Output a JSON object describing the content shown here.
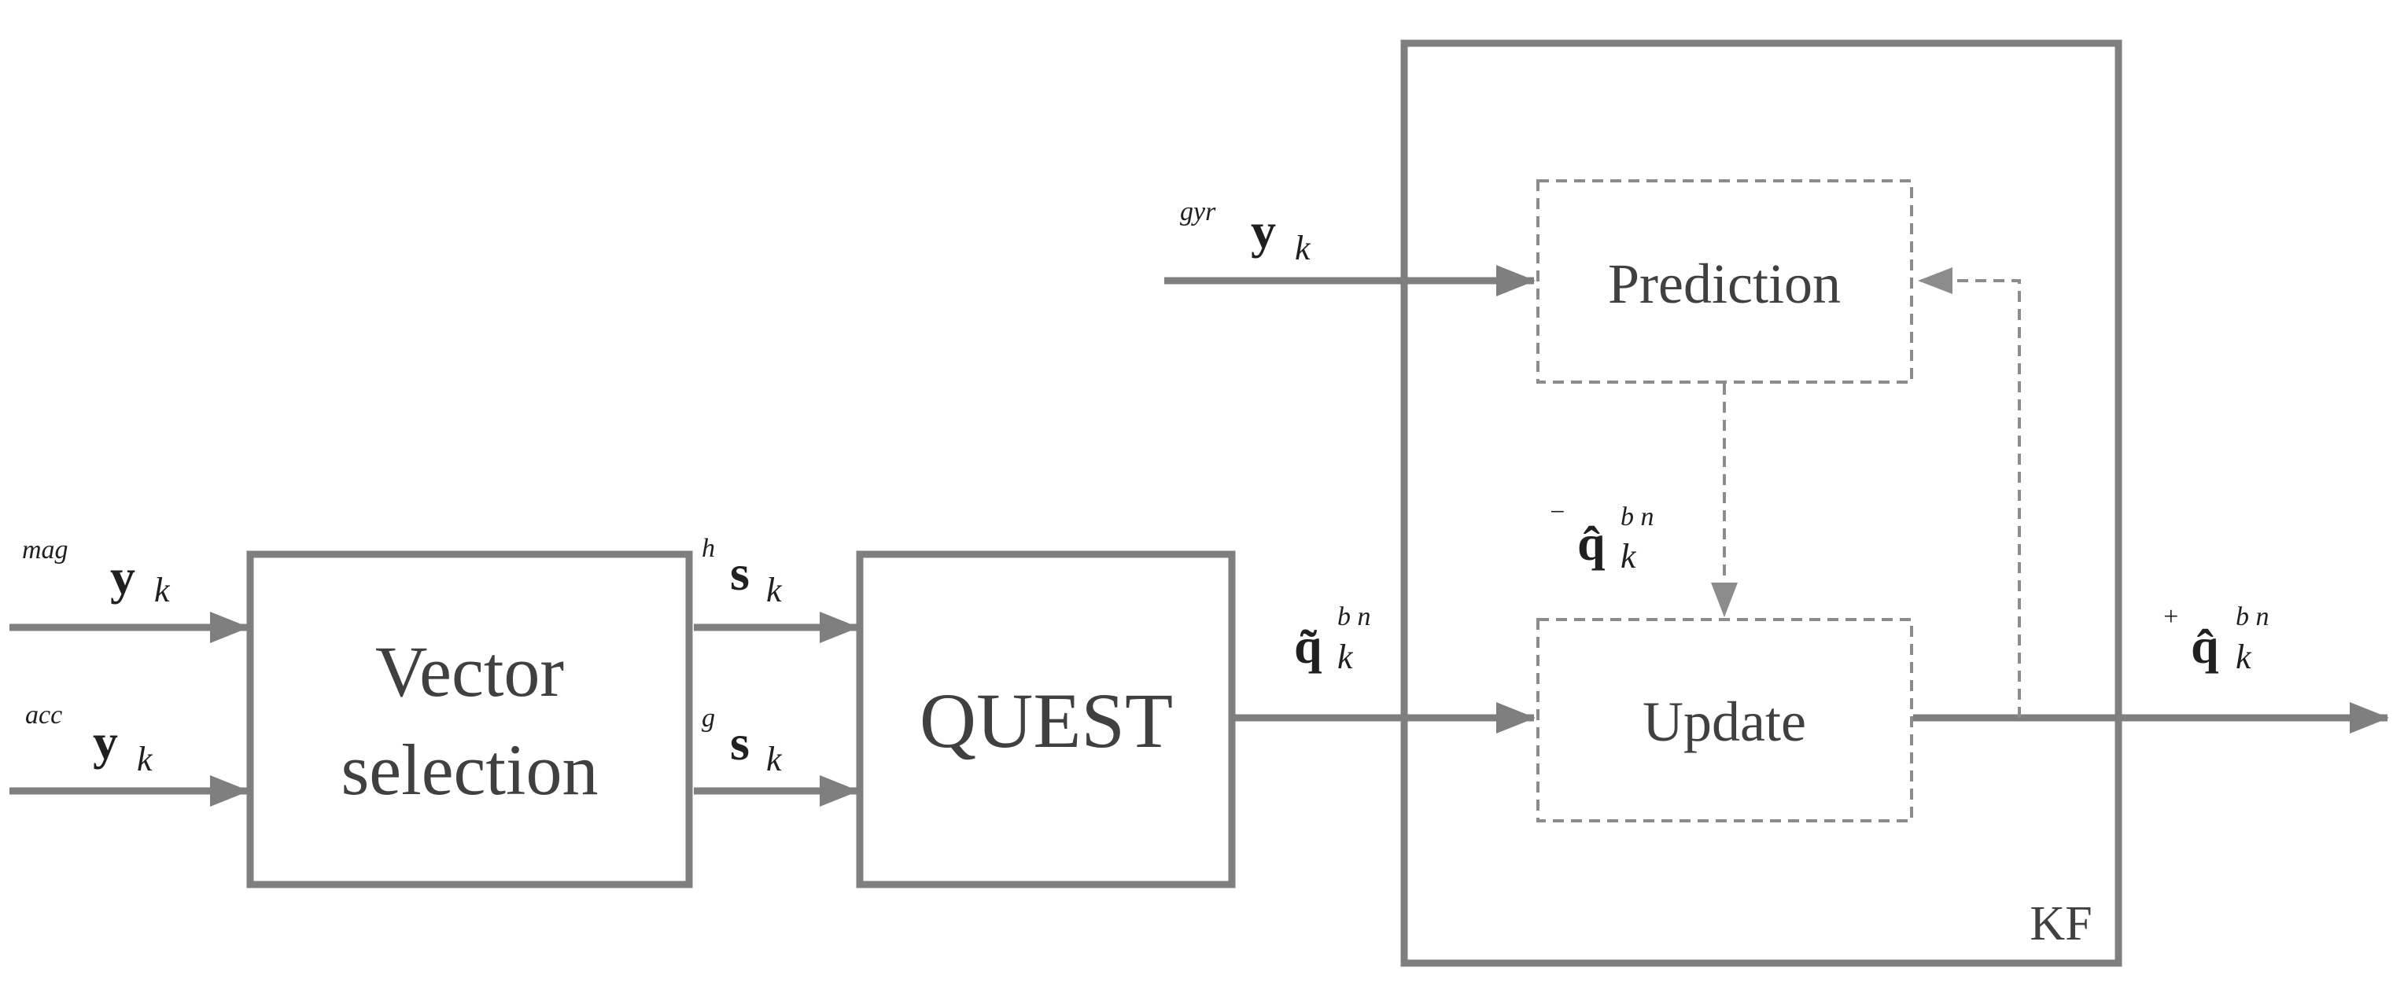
{
  "blocks": {
    "vector_selection": {
      "line1": "Vector",
      "line2": "selection"
    },
    "quest": {
      "label": "QUEST"
    },
    "kf": {
      "label": "KF"
    },
    "prediction": {
      "label": "Prediction"
    },
    "update": {
      "label": "Update"
    }
  },
  "signals": {
    "mag": {
      "superscript": "mag",
      "symbol": "y",
      "subscript": "k"
    },
    "acc": {
      "superscript": "acc",
      "symbol": "y",
      "subscript": "k"
    },
    "gyr": {
      "superscript": "gyr",
      "symbol": "y",
      "subscript": "k"
    },
    "h_s": {
      "superscript": "h",
      "symbol": "s",
      "subscript": "k"
    },
    "g_s": {
      "superscript": "g",
      "symbol": "s",
      "subscript": "k"
    },
    "q_tilde": {
      "symbol": "q̃",
      "superscript": "b n",
      "subscript": "k"
    },
    "q_minus": {
      "prefix": "−",
      "symbol": "q̂",
      "superscript": "b n",
      "subscript": "k"
    },
    "q_plus": {
      "prefix": "+",
      "symbol": "q̂",
      "superscript": "b n",
      "subscript": "k"
    }
  },
  "colors": {
    "line": "#7f7f7f",
    "dashed": "#8c8c8c",
    "text": "#404040"
  }
}
